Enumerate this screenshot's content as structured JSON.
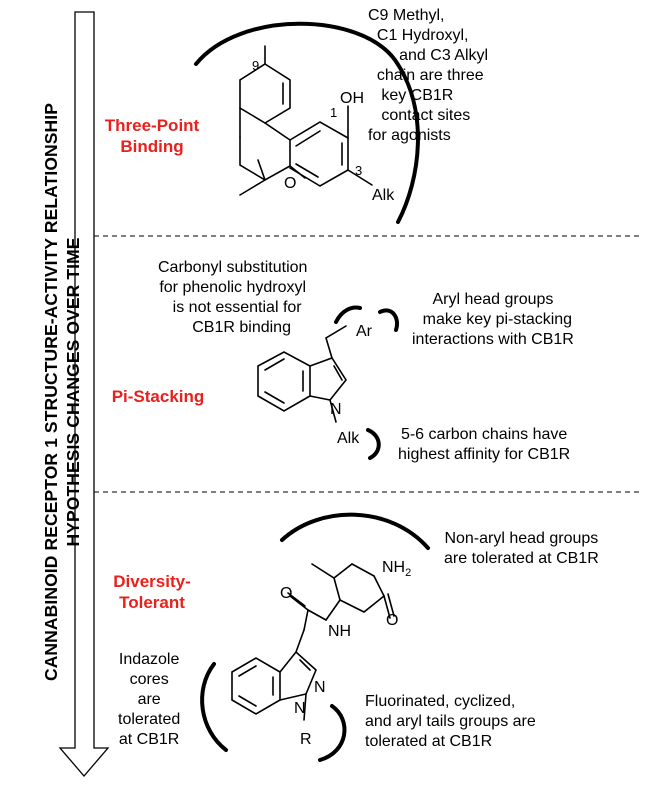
{
  "axis_label": {
    "line1": "CANNABINOID RECEPTOR 1 STRUCTURE-ACTIVITY RELATIONSHIP",
    "line2": "HYPOTHESIS CHANGES OVER TIME"
  },
  "colors": {
    "label": "#e8211d",
    "ink": "#000000"
  },
  "sections": {
    "three_point": {
      "label_l1": "Three-Point",
      "label_l2": "Binding",
      "note": "C9 Methyl,\n  C1 Hydroxyl,\n       and C3 Alkyl\n  chain are three\n   key CB1R\n   contact sites\nfor agonists",
      "atoms": {
        "oh": "OH",
        "o": "O",
        "alk": "Alk",
        "n9": "9",
        "n1": "1",
        "n3": "3"
      }
    },
    "pi_stacking": {
      "label": "Pi-Stacking",
      "note_carbonyl": "Carbonyl substitution\nfor phenolic hydroxyl\n  is not essential for\n    CB1R binding",
      "note_aryl": "Aryl head groups\n  make key pi-stacking\ninteractions with CB1R",
      "note_chain": "5-6 carbon chains have\nhighest affinity for CB1R",
      "atoms": {
        "ar": "Ar",
        "n": "N",
        "alk": "Alk"
      }
    },
    "diversity": {
      "label_l1": "Diversity-",
      "label_l2": "Tolerant",
      "note_head": "Non-aryl head groups\nare tolerated at CB1R",
      "note_core": "Indazole\ncores\nare\ntolerated\nat CB1R",
      "note_tail": "Fluorinated, cyclized,\nand aryl tails groups are\ntolerated at CB1R",
      "atoms": {
        "nh2": "NH",
        "nh2_sub": "2",
        "o1": "O",
        "o2": "O",
        "nh": "NH",
        "n1": "N",
        "n2": "N",
        "r": "R"
      }
    }
  }
}
